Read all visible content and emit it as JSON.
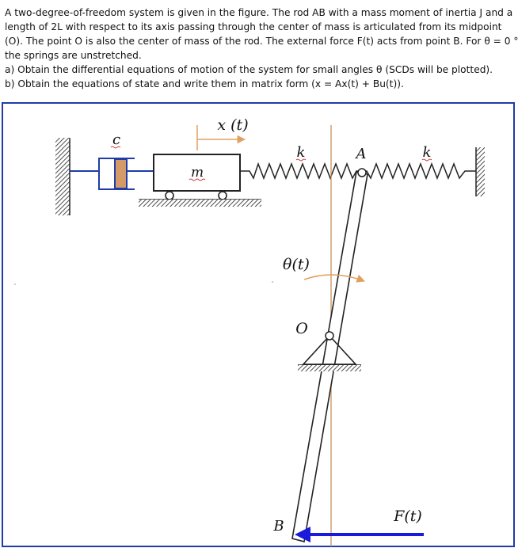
{
  "problem": {
    "lines": [
      "A two-degree-of-freedom system is given in the figure. The rod AB with a mass moment of inertia J and a",
      "length of 2L with respect to its axis passing through the center of mass is articulated from its midpoint",
      "(O). The point O is also the center of mass of the rod. The external force F(t) acts from point B. For θ = 0 °,",
      "the springs are unstretched.",
      "a) Obtain the differential equations of motion of the system for small angles θ (SCDs will be plotted).",
      "b) Obtain the equations of state and write them in matrix form (x = Ax(t) + Bu(t))."
    ]
  },
  "figure": {
    "labels": {
      "damper": "c",
      "mass": "m",
      "displacement": "x (t)",
      "spring_left": "k",
      "spring_right": "k",
      "point_a": "A",
      "angle": "θ(t)",
      "pivot": "O",
      "point_b": "B",
      "force": "F(t)"
    },
    "colors": {
      "frame": "#1f3ca8",
      "damper_fill": "#d49a68",
      "displacement_arrow": "#e0a060",
      "vertical_line": "#c89060",
      "force_arrow": "#1a1adc"
    }
  }
}
